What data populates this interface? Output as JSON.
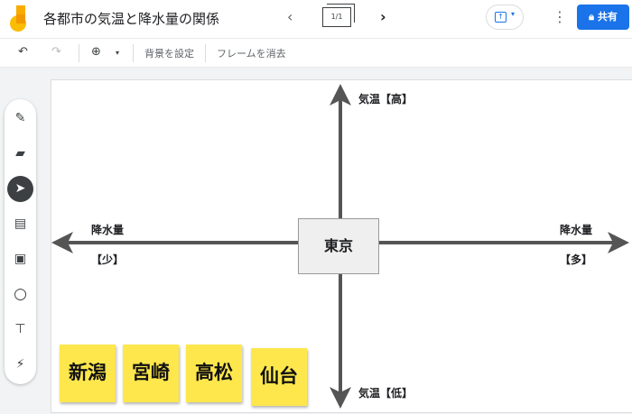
{
  "header": {
    "title": "各都市の気温と降水量の関係",
    "frame_counter": "1/1",
    "prev_icon": "chevron-left",
    "next_icon": "chevron-right",
    "share_label": "共有",
    "brand_color": "#1a73e8"
  },
  "toolbar": {
    "set_background": "背景を設定",
    "clear_frame": "フレームを消去"
  },
  "sidebar": {
    "tools": [
      "pen",
      "eraser",
      "select",
      "sticky-note",
      "image",
      "circle",
      "text-box",
      "laser"
    ],
    "selected": "select"
  },
  "board": {
    "axis_top": "気温【高】",
    "axis_bottom": "気温【低】",
    "axis_left_title": "降水量",
    "axis_left_sub": "【少】",
    "axis_right_title": "降水量",
    "axis_right_sub": "【多】",
    "center": "東京",
    "stickies": [
      "新潟",
      "宮崎",
      "高松",
      "仙台"
    ],
    "sticky_color": "#fde74c"
  }
}
